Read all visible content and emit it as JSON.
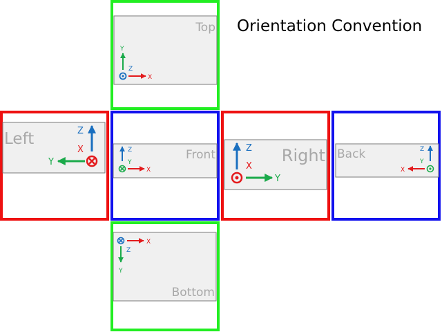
{
  "title": "Orientation Convention",
  "faces": {
    "top": {
      "label": "Top",
      "axes": [
        "Y",
        "Z",
        "X"
      ]
    },
    "left": {
      "label": "Left",
      "axes": [
        "Z",
        "X",
        "Y"
      ]
    },
    "front": {
      "label": "Front",
      "axes": [
        "Z",
        "Y",
        "X"
      ]
    },
    "right": {
      "label": "Right",
      "axes": [
        "Z",
        "X",
        "Y"
      ]
    },
    "back": {
      "label": "Back",
      "axes": [
        "Z",
        "Y",
        "X"
      ]
    },
    "bottom": {
      "label": "Bottom",
      "axes": [
        "X",
        "Z",
        "Y"
      ]
    }
  },
  "colors": {
    "green_frame": "#22ee22",
    "red_frame": "#ee1111",
    "blue_frame": "#1111ee",
    "panel_fill": "#f0f0f0",
    "panel_stroke": "#7a7a7a",
    "axis_x": "#e31a1c",
    "axis_y": "#1aaa4a",
    "axis_z": "#1a6fbf",
    "face_label": "#a8a8a8"
  }
}
